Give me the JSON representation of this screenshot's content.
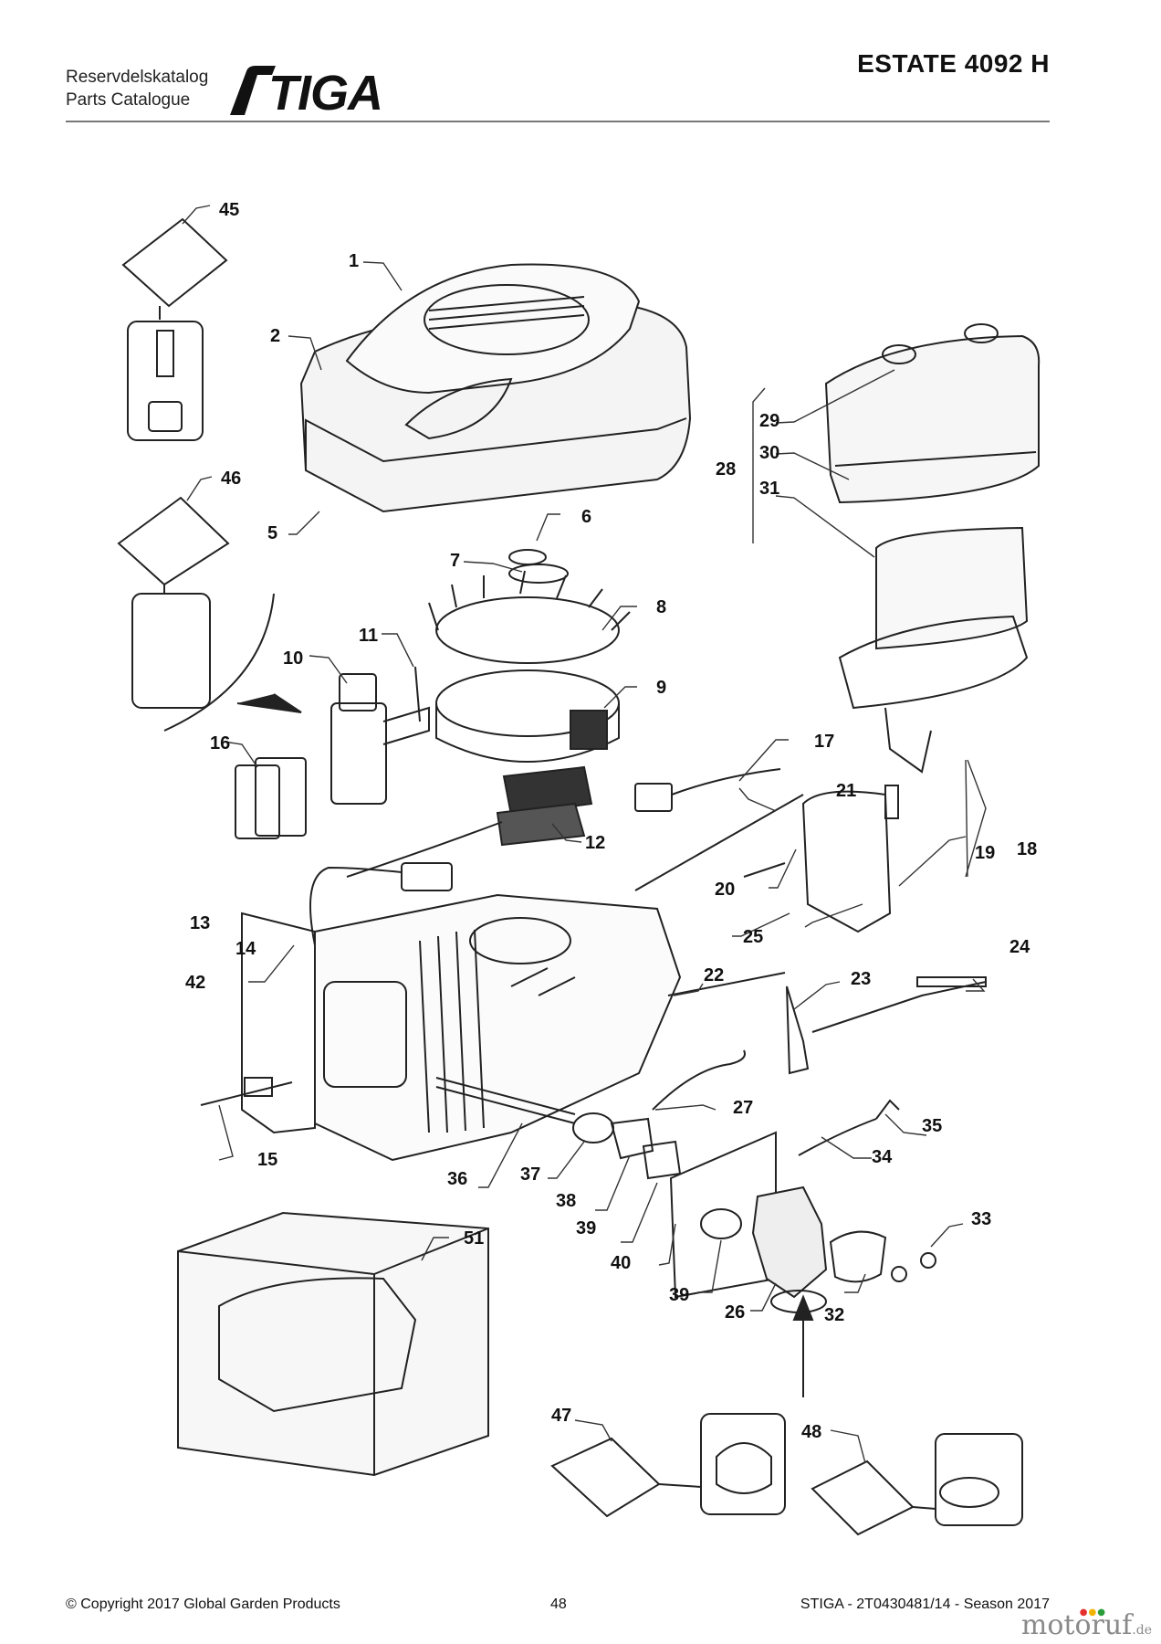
{
  "header": {
    "catalog_line_1": "Reservdelskatalog",
    "catalog_line_2": "Parts Catalogue",
    "brand": "STIGA",
    "model": "ESTATE 4092 H"
  },
  "diagram": {
    "callouts": [
      "1",
      "2",
      "5",
      "6",
      "7",
      "8",
      "9",
      "10",
      "11",
      "12",
      "13",
      "14",
      "15",
      "16",
      "17",
      "18",
      "19",
      "20",
      "21",
      "22",
      "23",
      "24",
      "25",
      "26",
      "27",
      "28",
      "29",
      "30",
      "31",
      "32",
      "33",
      "34",
      "35",
      "36",
      "37",
      "38",
      "39",
      "39",
      "40",
      "42",
      "45",
      "46",
      "47",
      "48",
      "51"
    ]
  },
  "footer": {
    "copyright": "© Copyright 2017 Global Garden Products",
    "page_number": "48",
    "doc_ref": "STIGA - 2T0430481/14 - Season 2017"
  },
  "watermark": {
    "name": "motoruf",
    "tld": ".de"
  }
}
